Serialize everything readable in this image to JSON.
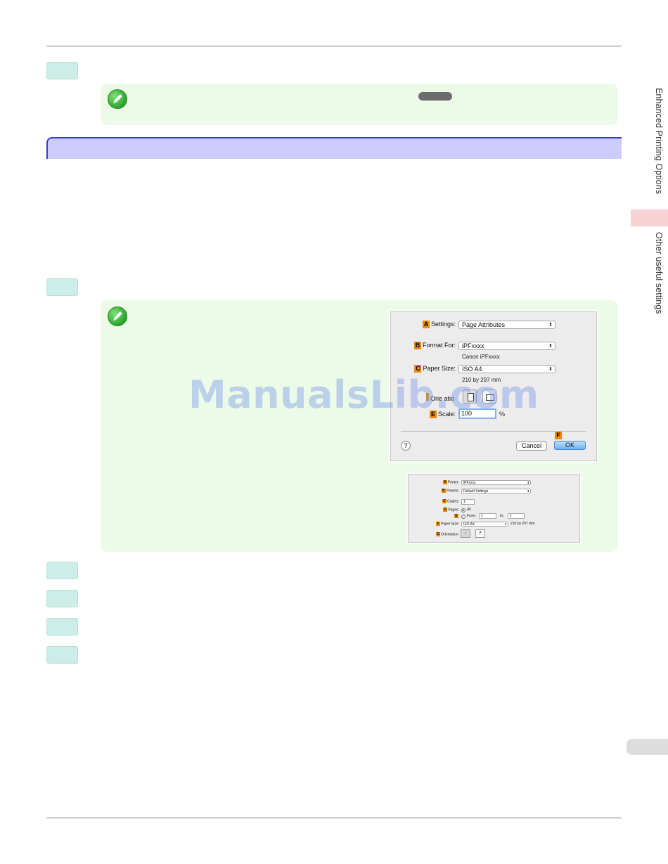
{
  "side_tabs": {
    "section_1": "Enhanced Printing Options",
    "section_2": "Other useful settings"
  },
  "watermark": "ManualsLib.com",
  "page_setup_dialog": {
    "settings_badge": "A",
    "settings_label": "Settings:",
    "settings_value": "Page Attributes",
    "format_for_badge": "B",
    "format_for_label": "Format For:",
    "format_for_value": "iPFxxxx",
    "format_for_sub": "Canon iPFxxxx",
    "paper_size_badge": "C",
    "paper_size_label": "Paper Size:",
    "paper_size_value": "ISO A4",
    "paper_size_sub": "210 by 297 mm",
    "orientation_label": "Orie  atio",
    "scale_badge": "E",
    "scale_label": "Scale:",
    "scale_value": "100",
    "scale_unit": "%",
    "help_label": "?",
    "cancel_label": "Cancel",
    "ok_badge": "F",
    "ok_label": "OK"
  },
  "print_dialog": {
    "printer_badge": "A",
    "printer_label": "Printer:",
    "printer_value": "iPFxxxx",
    "presets_badge": "B",
    "presets_label": "Presets:",
    "presets_value": "Default Settings",
    "copies_badge": "C",
    "copies_label": "Copies:",
    "copies_value": "1",
    "pages_badge": "D",
    "pages_label": "Pages:",
    "pages_all": "All",
    "range_badge": "E",
    "from_label": "From:",
    "from_value": "1",
    "to_label": "to:",
    "to_value": "1",
    "paper_size_badge": "F",
    "paper_size_label": "Paper Size:",
    "paper_size_value": "ISO A4",
    "paper_size_sub": "210 by 297 mm",
    "orientation_badge": "G",
    "orientation_label": "Orientation:"
  },
  "colors": {
    "step_box": "#cdeee8",
    "note_panel": "#ebfbe7",
    "section_bar": "#ccccff",
    "section_bar_border": "#3a3ad8",
    "badge": "#f08a00",
    "side_tab_highlight": "#f6d2d4",
    "page_tab": "#dddddd"
  },
  "icons": {
    "note": "pencil-note-icon",
    "portrait": "portrait-orientation-icon",
    "landscape": "landscape-orientation-icon"
  }
}
